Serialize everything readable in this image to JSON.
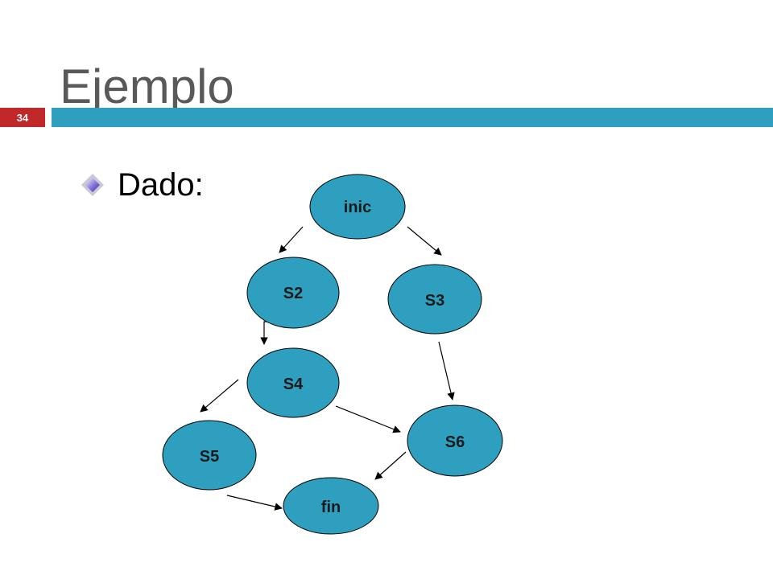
{
  "slide": {
    "title": "Ejemplo",
    "page_number": "34",
    "bullet": "Dado:"
  },
  "colors": {
    "accent_bar": "#2e9fbf",
    "page_badge": "#c0282a",
    "node_fill": "#2e9fbf",
    "bullet_diamond": "#5a3fc0"
  },
  "diagram": {
    "nodes": [
      {
        "id": "inic",
        "label": "inic"
      },
      {
        "id": "s2",
        "label": "S2"
      },
      {
        "id": "s3",
        "label": "S3"
      },
      {
        "id": "s4",
        "label": "S4"
      },
      {
        "id": "s5",
        "label": "S5"
      },
      {
        "id": "s6",
        "label": "S6"
      },
      {
        "id": "fin",
        "label": "fin"
      }
    ],
    "edges": [
      {
        "from": "inic",
        "to": "s2"
      },
      {
        "from": "inic",
        "to": "s3"
      },
      {
        "from": "s2",
        "to": "s4"
      },
      {
        "from": "s3",
        "to": "s6"
      },
      {
        "from": "s4",
        "to": "s5"
      },
      {
        "from": "s4",
        "to": "s6"
      },
      {
        "from": "s5",
        "to": "fin"
      },
      {
        "from": "s6",
        "to": "fin"
      }
    ]
  }
}
